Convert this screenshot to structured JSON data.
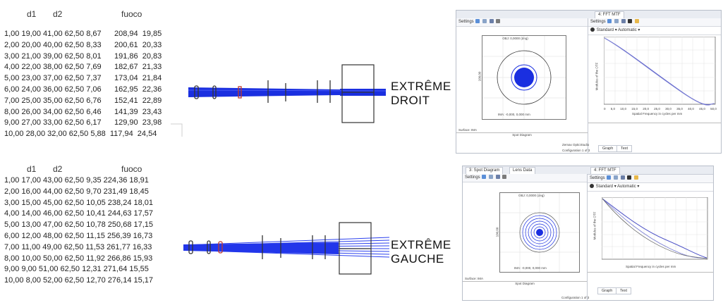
{
  "table_top": {
    "headers": [
      "d1",
      "d2",
      "fuoco"
    ],
    "rows": [
      "1,00 19,00 41,00 62,50 8,67      208,94  19,85",
      "2,00 20,00 40,00 62,50 8,33      200,61  20,33",
      "3,00 21,00 39,00 62,50 8,01      191,86  20,83",
      "4,00 22,00 38,00 62,50 7,69      182,67  21,33",
      "5,00 23,00 37,00 62,50 7,37      173,04  21,84",
      "6,00 24,00 36,00 62,50 7,06      162,95  22,36",
      "7,00 25,00 35,00 62,50 6,76      152,41  22,89",
      "8,00 26,00 34,00 62,50 6,46      141,39  23,43",
      "9,00 27,00 33,00 62,50 6,17      129,90  23,98",
      "10,00 28,00 32,00 62,50 5,88  117,94  24,54"
    ]
  },
  "table_bottom": {
    "headers": [
      "d1",
      "d2",
      "fuoco"
    ],
    "rows": [
      "1,00 17,00 43,00 62,50 9,35 224,36 18,91",
      "2,00 16,00 44,00 62,50 9,70 231,49 18,45",
      "3,00 15,00 45,00 62,50 10,05 238,24 18,01",
      "4,00 14,00 46,00 62,50 10,41 244,63 17,57",
      "5,00 13,00 47,00 62,50 10,78 250,68 17,15",
      "6,00 12,00 48,00 62,50 11,15 256,39 16,73",
      "7,00 11,00 49,00 62,50 11,53 261,77 16,33",
      "8,00 10,00 50,00 62,50 11,92 266,86 15,93",
      "9,00 9,00 51,00 62,50 12,31 271,64 15,55",
      "10,00 8,00 52,00 62,50 12,70 276,14 15,17"
    ]
  },
  "labels": {
    "top": [
      "EXTRÊME",
      "DROIT"
    ],
    "bottom": [
      "EXTRÊME",
      "GAUCHE"
    ]
  },
  "colors": {
    "ray": "#1a2fe0",
    "ray_bundle": "#3046f5",
    "lens_red": "#c0392b",
    "fft_curve": "#5055c8"
  },
  "top_window": {
    "spot_toolbar": "Settings",
    "spot_title_text": "OBJ: 0,0000 (deg)",
    "spot_bottom_text": "IMA: -0,000, 0,000 mm",
    "spot_axis_label": "100,00",
    "spot_surface_label": "Surface: IMA",
    "spot_caption": "Spot Diagram",
    "fft_tab": "4: FFT MTF",
    "fft_toolbar": "Settings",
    "fft_options": [
      "Standard",
      "Automatic"
    ],
    "fft_ylabel": "Modulus of the OTF",
    "fft_xlabel": "Spatial Frequency in cycles per mm",
    "fft_xticks": [
      "0",
      "5,0",
      "10,0",
      "15,0",
      "20,0",
      "25,0",
      "30,0",
      "35,0",
      "40,0",
      "45,0",
      "50,0"
    ],
    "bottom_tabs": [
      "Graph",
      "Text"
    ],
    "zemax_label": "Zemax OpticStudio",
    "config": "Configuration 1 of 3"
  },
  "bottom_window": {
    "tabs": [
      "3: Spot Diagram",
      "Lens Data"
    ],
    "spot_toolbar": "Settings",
    "spot_title_text": "OBJ: 0,0000 (deg)",
    "spot_bottom_text": "IMA: -0,000, 0,000 mm",
    "spot_axis_label": "100,00",
    "spot_surface_label": "Surface: IMA",
    "spot_caption": "Spot Diagram",
    "fft_tab": "4: FFT MTF",
    "fft_toolbar": "Settings",
    "fft_options": [
      "Standard",
      "Automatic"
    ],
    "fft_ylabel": "Modulus of the OTF",
    "fft_xlabel": "Spatial Frequency in cycles per mm",
    "bottom_tabs": [
      "Graph",
      "Text"
    ],
    "config": "Configuration 1 of 3"
  }
}
